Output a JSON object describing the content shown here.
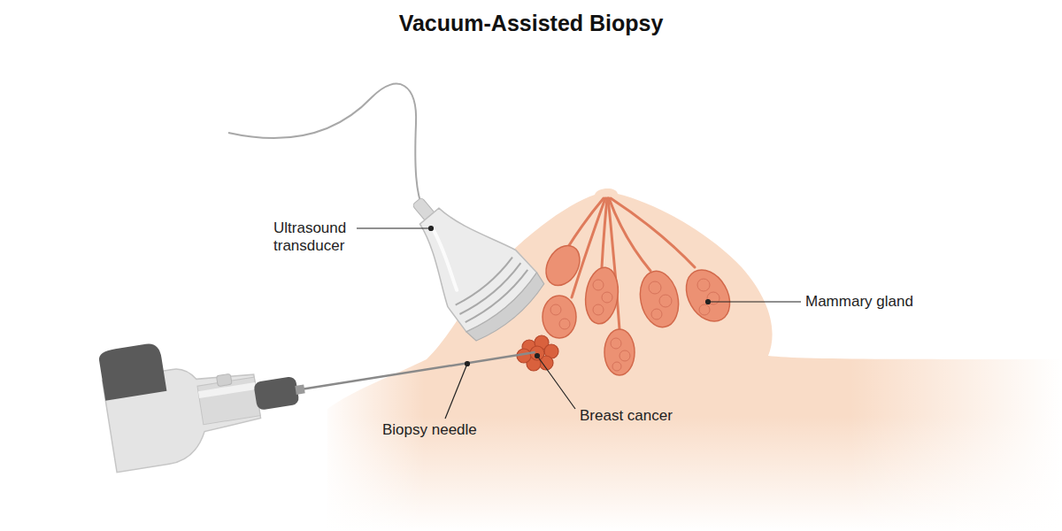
{
  "diagram": {
    "title": "Vacuum-Assisted Biopsy",
    "labels": [
      "Ultrasound transducer",
      "Mammary gland",
      "Biopsy needle",
      "Breast cancer"
    ]
  }
}
